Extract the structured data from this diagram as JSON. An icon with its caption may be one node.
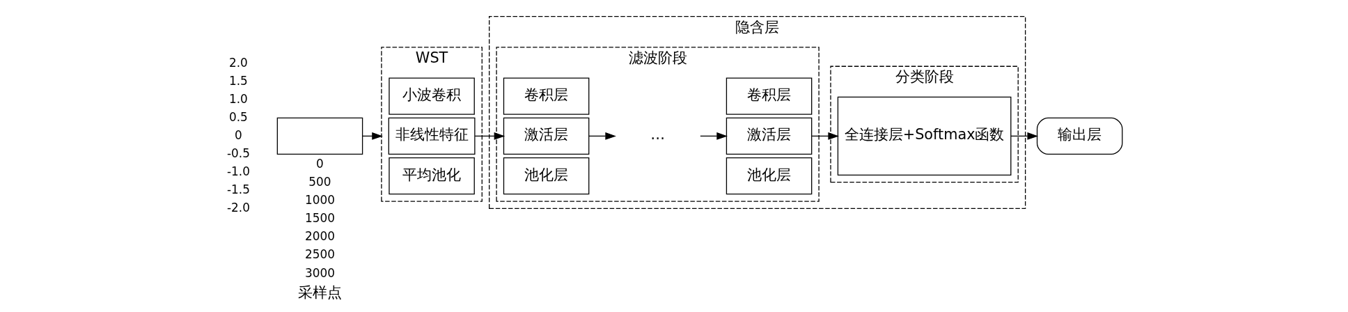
{
  "diagram": {
    "nodes": [
      {
        "text": [],
        "shape": "box"
      },
      {
        "text": [
          "WST"
        ]
      },
      {
        "text": [
          "小波卷积"
        ],
        "in": 1
      },
      {
        "text": [
          "非线性特征"
        ],
        "in": 1
      },
      {
        "text": [
          "平均池化"
        ],
        "in": 1
      },
      {
        "text": [
          "隐含层"
        ]
      },
      {
        "text": [
          "滤波阶段"
        ],
        "in": 5
      },
      {
        "text": [
          "卷积层"
        ],
        "in": 6
      },
      {
        "text": [
          "激活层"
        ],
        "in": 6
      },
      {
        "text": [
          "池化层"
        ],
        "in": 6
      },
      {
        "text": [
          "…"
        ],
        "in": 6
      },
      {
        "text": [
          "卷积层"
        ],
        "in": 6
      },
      {
        "text": [
          "激活层"
        ],
        "in": 6
      },
      {
        "text": [
          "池化层"
        ],
        "in": 6
      },
      {
        "text": [
          "分类阶段"
        ],
        "in": 5
      },
      {
        "text": [
          "全连接层+Softmax函数"
        ],
        "in": 14
      },
      {
        "text": [
          "输出层"
        ]
      }
    ],
    "edges": [
      {
        "from": 0,
        "to": 1,
        "arrow": "to"
      },
      {
        "from": 3,
        "to": 8,
        "arrow": "to"
      },
      {
        "from": 8,
        "to": 10,
        "arrow": "to"
      },
      {
        "from": 10,
        "to": 12,
        "arrow": "to"
      },
      {
        "from": 12,
        "to": 15,
        "arrow": "to"
      },
      {
        "from": 15,
        "to": 16,
        "arrow": "to"
      }
    ],
    "labels": [
      "2.0",
      "1.5",
      "1.0",
      "0.5",
      "0",
      "-0.5",
      "-1.0",
      "-1.5",
      "-2.0",
      "0",
      "500",
      "1000",
      "1500",
      "2000",
      "2500",
      "3000",
      "采样点"
    ]
  }
}
